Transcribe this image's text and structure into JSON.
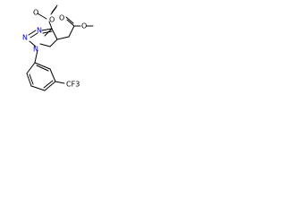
{
  "molecule": {
    "atoms": {
      "carbonyl_o_top": "O",
      "ester_o_left": "O",
      "ring_n1": "N",
      "ring_n2": "N",
      "ring_n3": "N",
      "side_ester_o": "O",
      "side_carbonyl_o": "O",
      "trifluoromethyl": "CF3"
    }
  }
}
